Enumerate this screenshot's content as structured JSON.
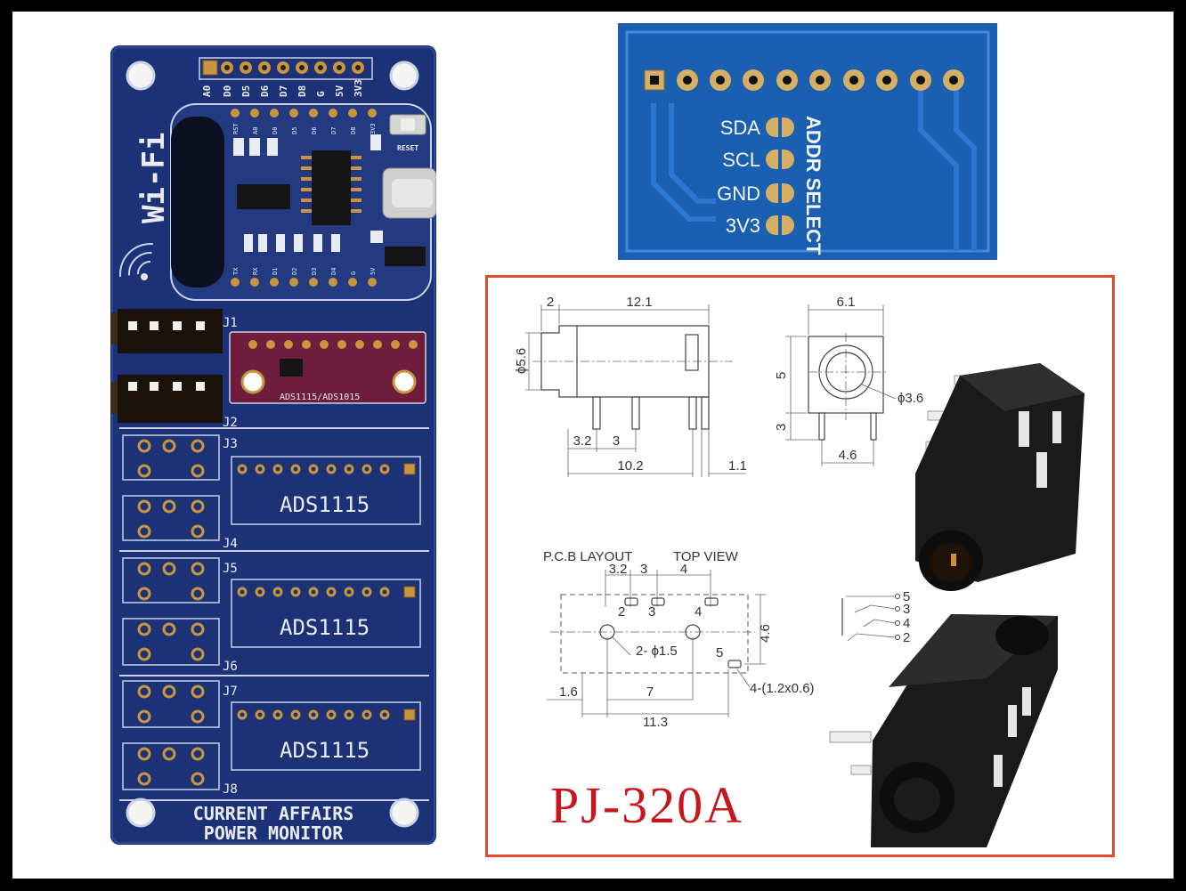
{
  "pcb": {
    "header_pins": [
      "A0",
      "D0",
      "D5",
      "D6",
      "D7",
      "D8",
      "G",
      "5V",
      "3V3"
    ],
    "module_pins_top": [
      "RST",
      "A0",
      "D0",
      "D5",
      "D6",
      "D7",
      "D8",
      "3V3"
    ],
    "module_pins_bottom": [
      "TX",
      "RX",
      "D1",
      "D2",
      "D3",
      "D4",
      "G",
      "5V"
    ],
    "wifi_label": "Wi-Fi",
    "reset_label": "RESET",
    "adc_module_label": "ADS1115/ADS1015",
    "jacks": [
      "J1",
      "J2",
      "J3",
      "J4",
      "J5",
      "J6",
      "J7",
      "J8"
    ],
    "adc_sockets": [
      "ADS1115",
      "ADS1115",
      "ADS1115"
    ],
    "title_line1": "CURRENT AFFAIRS",
    "title_line2": "POWER MONITOR"
  },
  "addr_board": {
    "pin_labels": [
      "SDA",
      "SCL",
      "GND",
      "3V3"
    ],
    "addr_label": "ADDR SELECT"
  },
  "drawing": {
    "side_view": {
      "dim_top_left": "2",
      "dim_length": "12.1",
      "dim_height": "ϕ5.6",
      "dim_p1": "3.2",
      "dim_p2": "3",
      "dim_bottom": "10.2",
      "dim_pin": "1.1"
    },
    "front_view": {
      "dim_width": "6.1",
      "dim_h1": "5",
      "dim_h2": "3",
      "dim_hole": "ϕ3.6",
      "dim_bottom": "4.6"
    },
    "pcb_layout": {
      "label_left": "P.C.B LAYOUT",
      "label_right": "TOP VIEW",
      "dim_a": "3.2",
      "dim_b": "3",
      "dim_c": "4",
      "pin_nums": [
        "2",
        "3",
        "4",
        "5"
      ],
      "hole_note": "2- ϕ1.5",
      "pad_note": "4-(1.2x0.6)",
      "dim_height": "4.6",
      "dim_left": "1.6",
      "dim_mid": "7",
      "dim_total": "11.3"
    },
    "schematic_pins": [
      "5",
      "3",
      "4",
      "2"
    ],
    "part_number": "PJ-320A"
  }
}
